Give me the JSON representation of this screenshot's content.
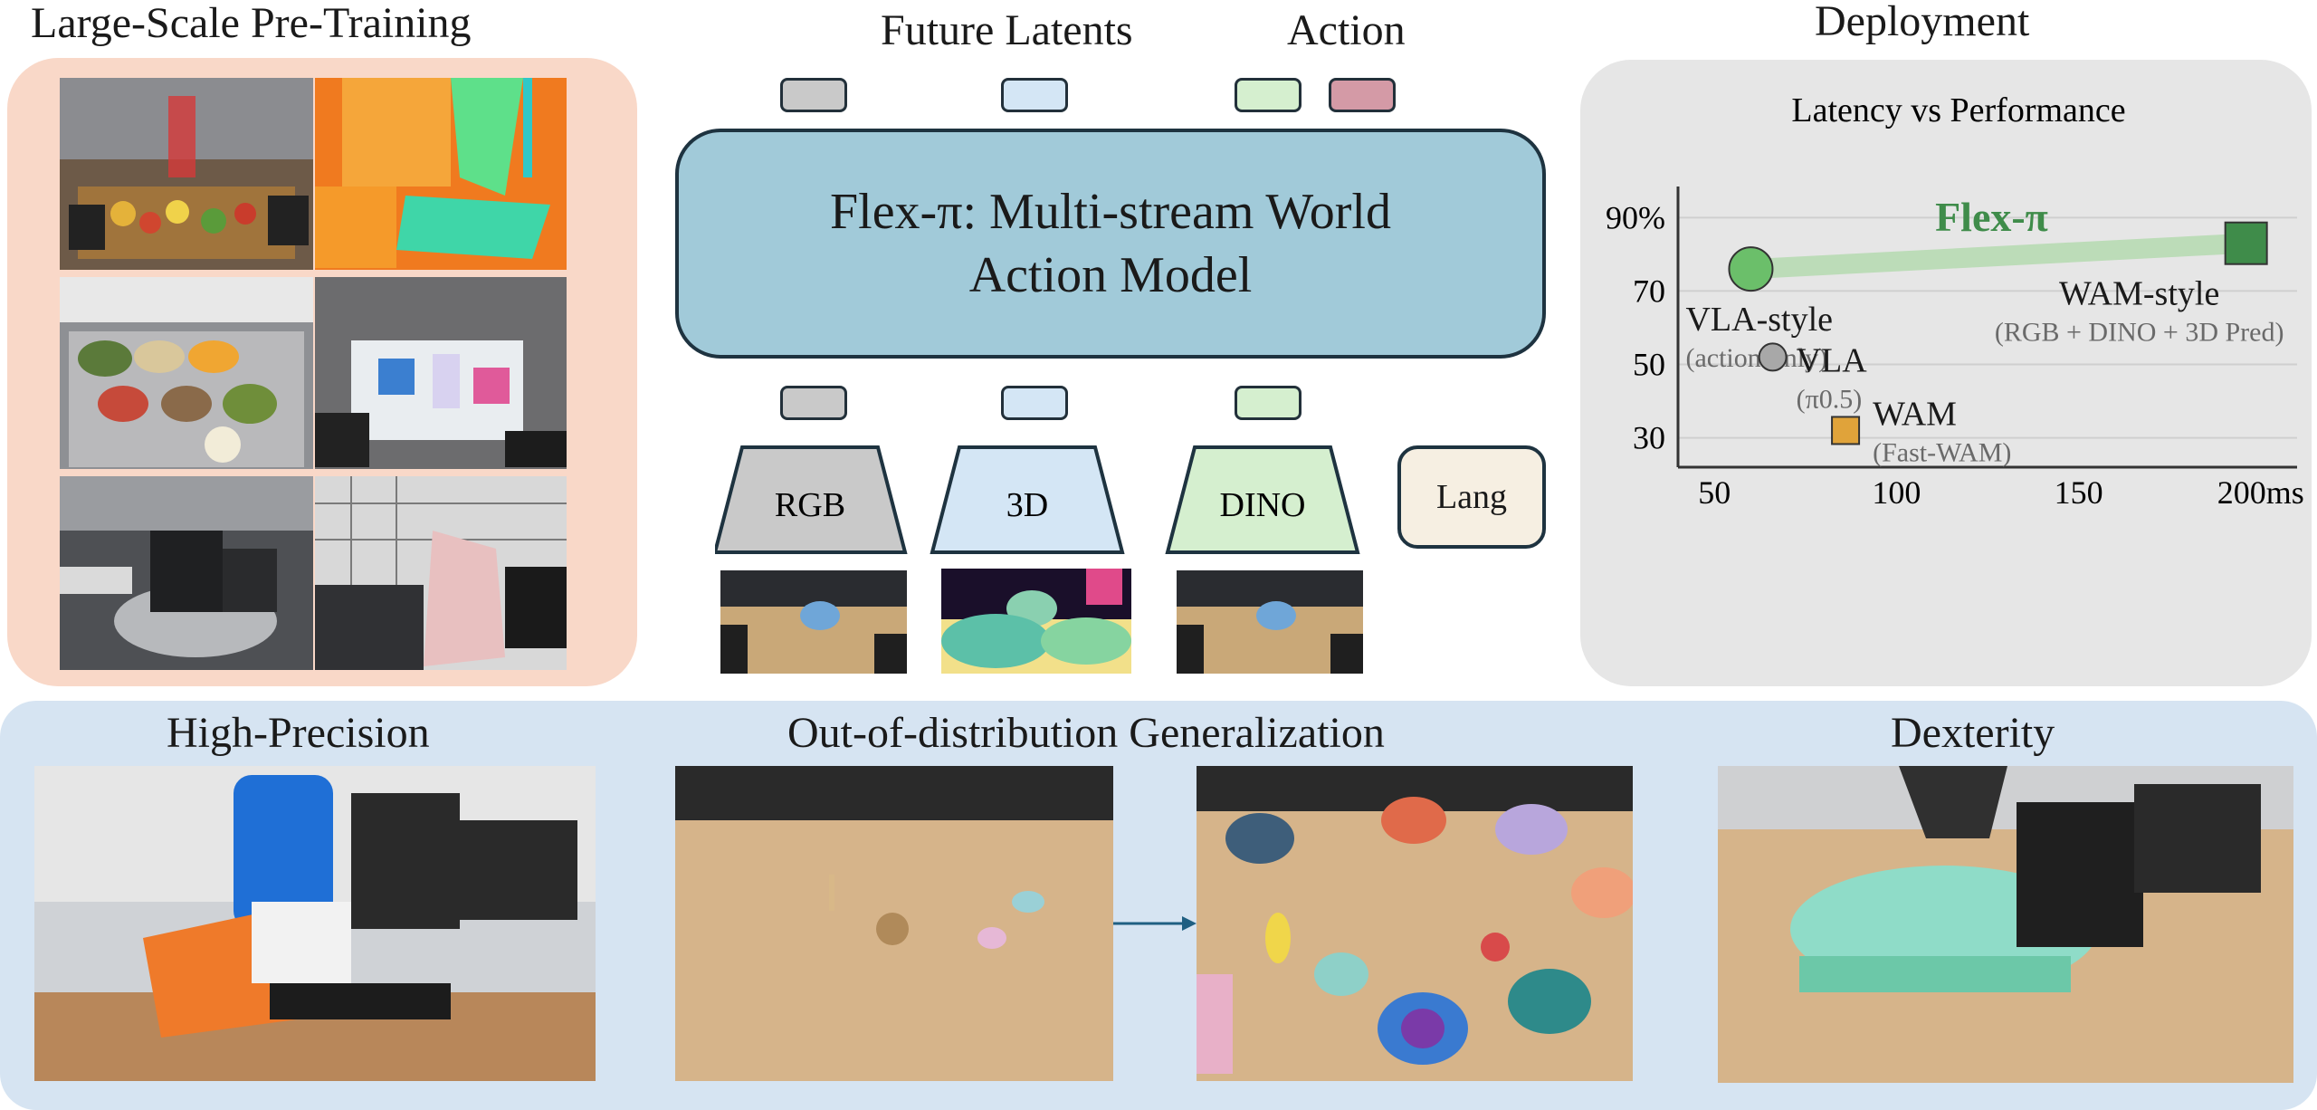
{
  "sections": {
    "pretraining": "Large-Scale Pre-Training",
    "future_latents": "Future Latents",
    "action": "Action",
    "deployment": "Deployment",
    "high_precision": "High-Precision",
    "ood": "Out-of-distribution Generalization",
    "dexterity": "Dexterity"
  },
  "model": {
    "line1": "Flex-π: Multi-stream World",
    "line2": "Action Model"
  },
  "encoders": {
    "rgb": "RGB",
    "threed": "3D",
    "dino": "DINO",
    "lang": "Lang"
  },
  "colors": {
    "rgb_token": "#c9c9c9",
    "threed_token": "#d4e6f5",
    "dino_token": "#d5efcf",
    "action_token": "#d49aa6",
    "model_fill": "#a1cad9",
    "flex_green": "#3f8c4a"
  },
  "chart_data": {
    "type": "scatter",
    "title": "Latency vs Performance",
    "xlabel": "",
    "ylabel": "",
    "xlim": [
      40,
      210
    ],
    "ylim": [
      22,
      96
    ],
    "x_ticks": [
      "50",
      "100",
      "150",
      "200ms"
    ],
    "x_tick_values": [
      50,
      100,
      150,
      200
    ],
    "y_ticks": [
      "90%",
      "70",
      "50",
      "30"
    ],
    "y_tick_values": [
      90,
      70,
      50,
      30
    ],
    "grid": true,
    "points": [
      {
        "label": "VLA-style",
        "sublabel": "(action-only)",
        "x": 60,
        "y": 76,
        "marker": "circle",
        "color": "#6bbf6a",
        "size": "large"
      },
      {
        "label": "WAM-style",
        "sublabel": "(RGB + DINO + 3D Pred)",
        "x": 196,
        "y": 83,
        "marker": "square",
        "color": "#3f8c4a",
        "size": "large"
      },
      {
        "label": "VLA",
        "sublabel": "(π0.5)",
        "x": 66,
        "y": 52,
        "marker": "circle",
        "color": "#a8a8a8",
        "size": "small"
      },
      {
        "label": "WAM",
        "sublabel": "(Fast-WAM)",
        "x": 86,
        "y": 32,
        "marker": "square",
        "color": "#e0a33a",
        "size": "small"
      }
    ],
    "series_label": "Flex-π"
  }
}
